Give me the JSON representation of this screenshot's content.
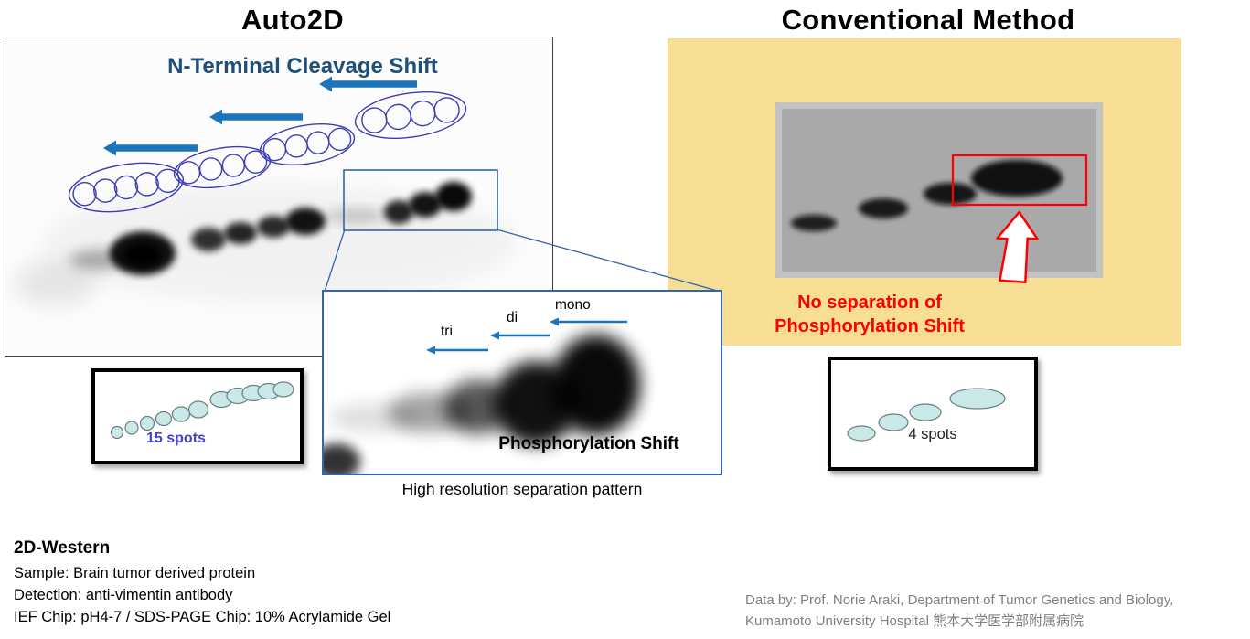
{
  "colors": {
    "navy": "#1F4E79",
    "arrow-blue": "#1B75BC",
    "cluster-blue": "#3C3CB4",
    "box-blue": "#3465A8",
    "warn-red": "#FF0000",
    "tan": "#F6DF95",
    "spot-cyan": "#C9E9E8",
    "label-blue": "#4444CC",
    "credit-gray": "#7F7F7F"
  },
  "titles": {
    "left": "Auto2D",
    "right": "Conventional Method"
  },
  "auto2d": {
    "heading": "N-Terminal Cleavage Shift",
    "spots_label": "15 spots"
  },
  "conventional": {
    "warning_line1": "No separation of",
    "warning_line2": "Phosphorylation Shift",
    "spots_label": "4 spots"
  },
  "inset": {
    "label_mono": "mono",
    "label_di": "di",
    "label_tri": "tri",
    "caption": "Phosphorylation Shift",
    "footer": "High resolution separation pattern"
  },
  "details": {
    "title": "2D-Western",
    "lines": [
      "Sample: Brain tumor derived protein",
      "Detection: anti-vimentin antibody",
      "IEF Chip: pH4-7 / SDS-PAGE Chip: 10% Acrylamide Gel"
    ]
  },
  "credit": {
    "line1": "Data by: Prof. Norie Araki, Department of Tumor Genetics and Biology,",
    "line2": "Kumamoto University Hospital 熊本大学医学部附属病院"
  }
}
